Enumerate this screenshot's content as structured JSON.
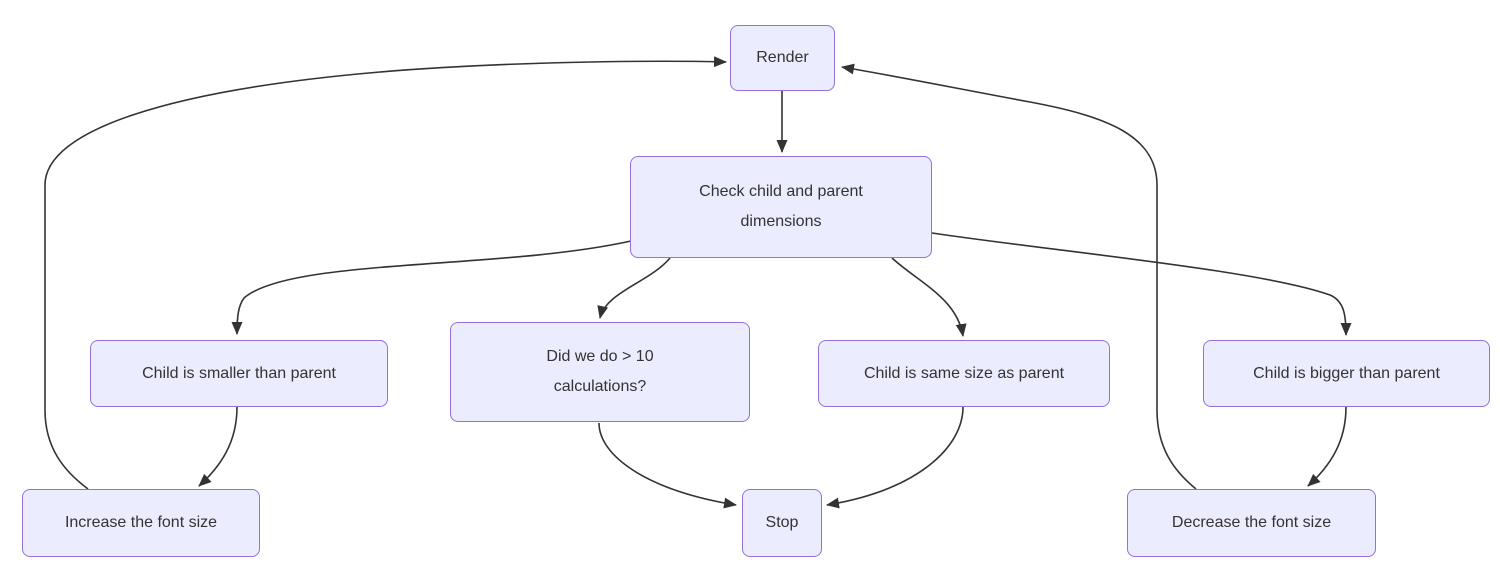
{
  "flowchart": {
    "nodes": {
      "render": {
        "label": "Render"
      },
      "check": {
        "label": "Check child and parent dimensions"
      },
      "smaller": {
        "label": "Child is smaller than parent"
      },
      "calculations": {
        "label": "Did we do > 10 calculations?"
      },
      "same": {
        "label": "Child is same size as parent"
      },
      "bigger": {
        "label": "Child is bigger than parent"
      },
      "increase": {
        "label": "Increase the font size"
      },
      "stop": {
        "label": "Stop"
      },
      "decrease": {
        "label": "Decrease the font size"
      }
    },
    "edges": [
      {
        "from": "render",
        "to": "check"
      },
      {
        "from": "check",
        "to": "smaller"
      },
      {
        "from": "check",
        "to": "calculations"
      },
      {
        "from": "check",
        "to": "same"
      },
      {
        "from": "check",
        "to": "bigger"
      },
      {
        "from": "smaller",
        "to": "increase"
      },
      {
        "from": "calculations",
        "to": "stop"
      },
      {
        "from": "same",
        "to": "stop"
      },
      {
        "from": "bigger",
        "to": "decrease"
      },
      {
        "from": "increase",
        "to": "render"
      },
      {
        "from": "decrease",
        "to": "render"
      }
    ],
    "colors": {
      "node_fill": "#ECECFF",
      "node_border": "#9370DB",
      "edge": "#333333",
      "text": "#333333",
      "background": "#FFFFFF"
    }
  }
}
